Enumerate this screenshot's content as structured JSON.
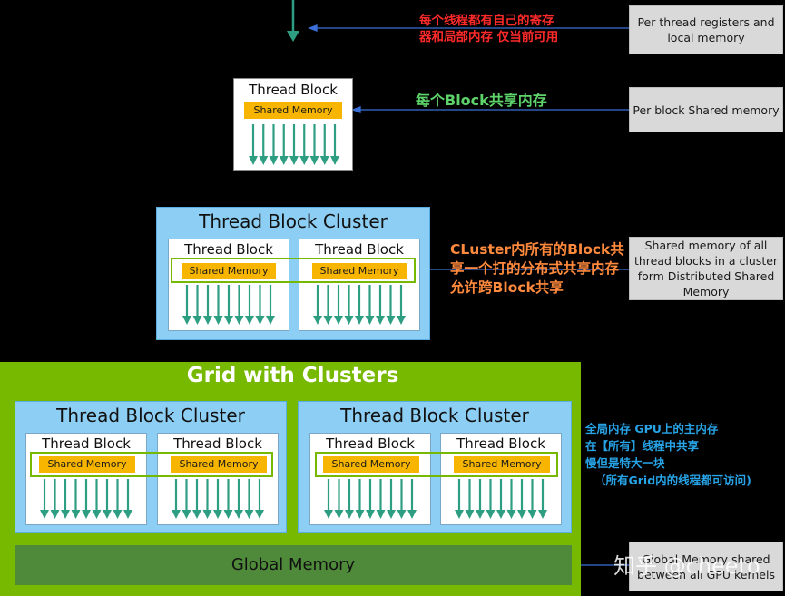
{
  "side_labels": {
    "thread": "Per thread registers and local memory",
    "block": "Per block Shared memory",
    "cluster": "Shared memory of all thread blocks in a cluster form Distributed Shared Memory",
    "global": "Global Memory shared between all GPU kernels"
  },
  "notes": {
    "thread": "每个线程都有自己的寄存器和局部内存 仅当前可用",
    "block": "每个Block共享内存",
    "cluster": "CLuster内所有的Block共享一个打的分布式共享内存 允许跨Block共享",
    "global_lines": [
      "全局内存 GPU上的主内存",
      "在【所有】线程中共享",
      "慢但是特大一块",
      "（所有Grid内的线程都可访问)"
    ]
  },
  "labels": {
    "thread_block": "Thread Block",
    "shared_memory": "Shared Memory",
    "thread_block_cluster": "Thread Block Cluster",
    "grid_with_clusters": "Grid with Clusters",
    "global_memory": "Global Memory"
  },
  "watermark": "知乎 @cheeto",
  "colors": {
    "nvidia_green": "#76b900",
    "cluster_blue": "#8dcff4",
    "shared_memory_yellow": "#f7b500",
    "arrow_teal": "#2e9e82",
    "note_red": "#ff2a2a",
    "note_green": "#5dd36a",
    "note_orange": "#ff8a3d",
    "note_blue": "#27a3e6",
    "global_memory_bg": "#4f8a3a",
    "connector_blue": "#3b6fd8"
  }
}
